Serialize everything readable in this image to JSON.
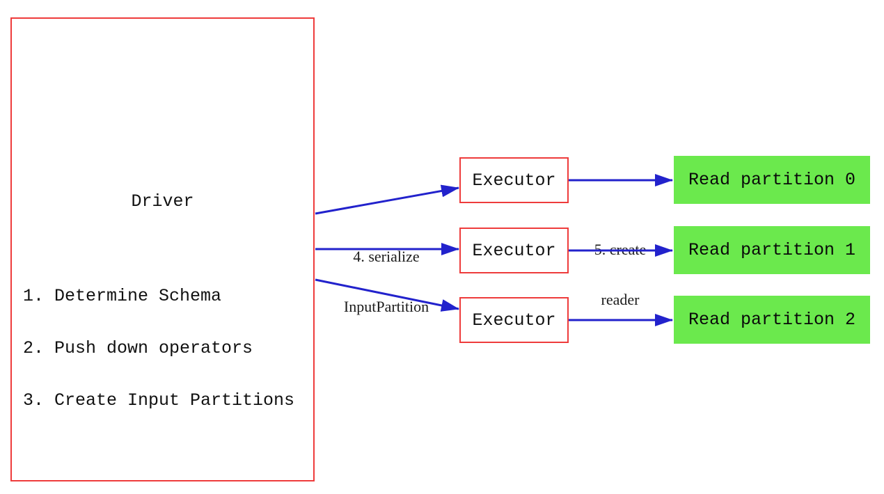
{
  "diagram": {
    "colors": {
      "box_border_red": "#ee3b3b",
      "arrow_blue": "#2222cc",
      "partition_green": "#6be94d",
      "background": "#ffffff",
      "text": "#111111"
    },
    "driver": {
      "title": "Driver",
      "steps": [
        "1. Determine Schema",
        "2. Push down operators",
        "3. Create Input Partitions"
      ]
    },
    "executors": [
      {
        "label": "Executor"
      },
      {
        "label": "Executor"
      },
      {
        "label": "Executor"
      }
    ],
    "partitions": [
      {
        "label": "Read partition 0"
      },
      {
        "label": "Read partition 1"
      },
      {
        "label": "Read partition 2"
      }
    ],
    "arrow_labels": {
      "serialize": {
        "line1": "4. serialize",
        "line2": "InputPartition"
      },
      "create_reader": {
        "line1": "5. create",
        "line2": "reader"
      }
    }
  }
}
